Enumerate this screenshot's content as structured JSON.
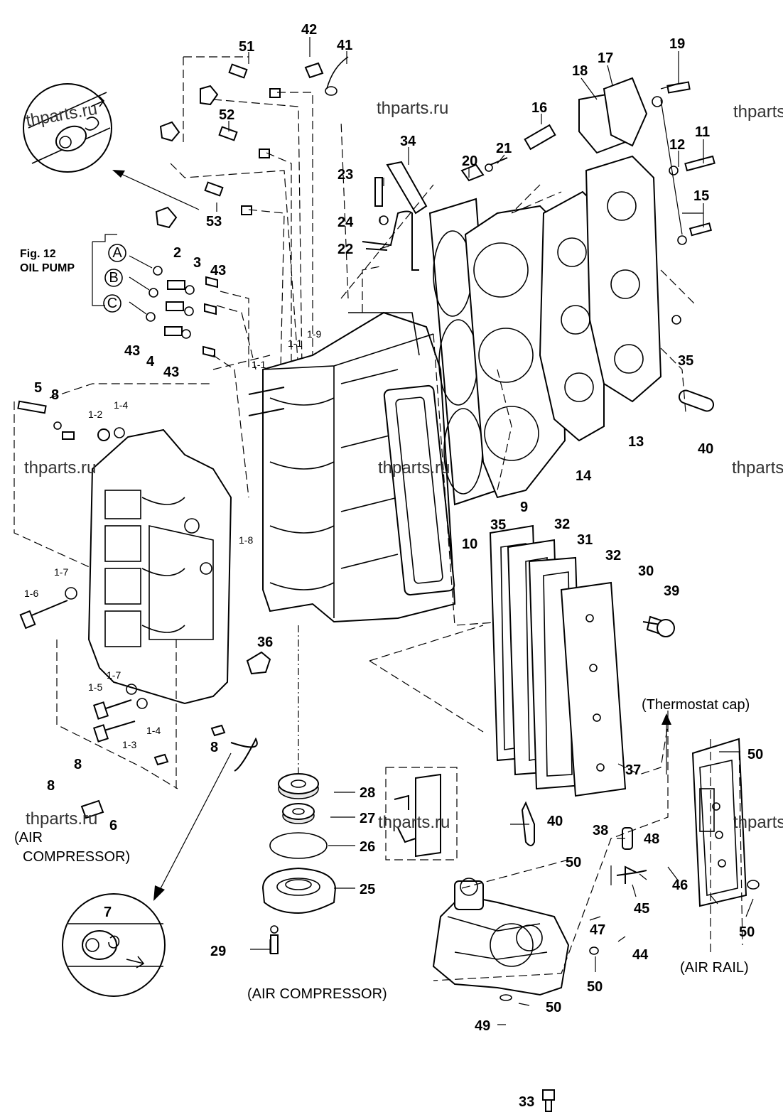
{
  "labels": {
    "n51": "51",
    "n42": "42",
    "n41": "41",
    "n52": "52",
    "n53": "53",
    "n34": "34",
    "n16": "16",
    "n18": "18",
    "n17": "17",
    "n19": "19",
    "n11": "11",
    "n12": "12",
    "n15": "15",
    "n21": "21",
    "n20": "20",
    "n23": "23",
    "n24": "24",
    "n22": "22",
    "n2": "2",
    "n3": "3",
    "n43a": "43",
    "n43b": "43",
    "n43c": "43",
    "n4": "4",
    "n1_1": "1-1",
    "n1_9": "1-9",
    "n1_1b": "1-1",
    "n5": "5",
    "n8a": "8",
    "n1_2": "1-2",
    "n1_4a": "1-4",
    "n35a": "35",
    "n35b": "35",
    "n13": "13",
    "n40a": "40",
    "n14": "14",
    "n9": "9",
    "n10": "10",
    "n1_8": "1-8",
    "n1_7a": "1-7",
    "n1_6": "1-6",
    "n32a": "32",
    "n31": "31",
    "n32b": "32",
    "n30": "30",
    "n39": "39",
    "n36": "36",
    "n1_7b": "1-7",
    "n1_5": "1-5",
    "n1_4b": "1-4",
    "n1_3": "1-3",
    "n8b": "8",
    "n8c": "8",
    "n8d": "8",
    "n6": "6",
    "n28": "28",
    "n27": "27",
    "n26": "26",
    "n25": "25",
    "n29": "29",
    "n7": "7",
    "n50a": "50",
    "n37": "37",
    "n40b": "40",
    "n38": "38",
    "n48": "48",
    "n50b": "50",
    "n46": "46",
    "n45": "45",
    "n47": "47",
    "n50c": "50",
    "n44": "44",
    "n50d": "50",
    "n50e": "50",
    "n49": "49",
    "n33": "33",
    "circle_a": "A",
    "circle_b": "B",
    "circle_c": "C"
  },
  "captions": {
    "fig12": "Fig. 12",
    "oil_pump": "OIL PUMP",
    "thermostat_cap": "(Thermostat cap)",
    "air_compressor_left_1": "(AIR",
    "air_compressor_left_2": "COMPRESSOR)",
    "air_compressor_bottom": "(AIR COMPRESSOR)",
    "air_rail": "(AIR RAIL)"
  },
  "watermarks": {
    "w1": "thparts.ru",
    "w2": "thparts.ru",
    "w3": "thparts",
    "w4": "thparts.ru",
    "w5": "thparts.ru",
    "w6": "thparts",
    "w7": "thparts.ru",
    "w8": "thparts.ru",
    "w9": "thparts"
  }
}
